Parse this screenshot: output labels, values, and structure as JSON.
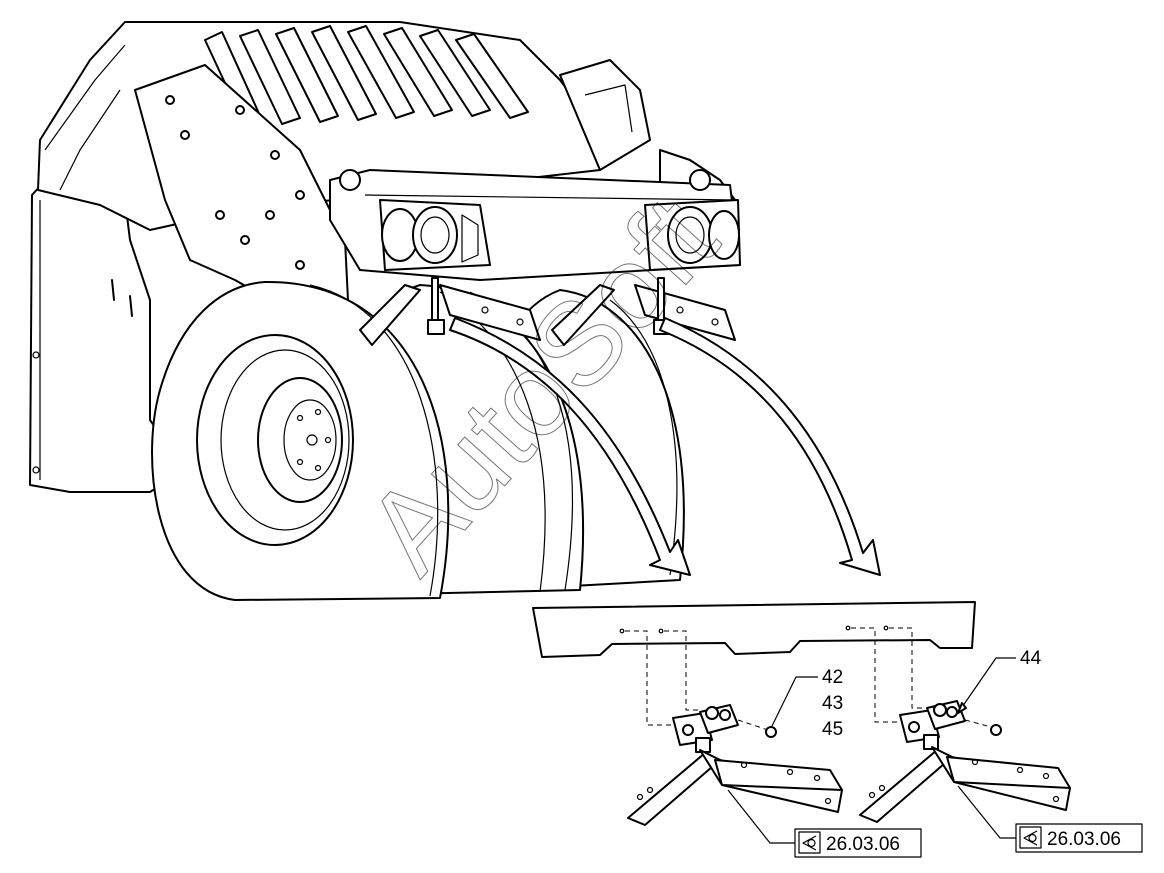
{
  "watermark": {
    "text": "AutoSoft"
  },
  "callouts": {
    "upper_stack": [
      "42",
      "43",
      "45"
    ],
    "right": "44"
  },
  "reference_boxes": [
    {
      "label": "26.03.06",
      "icon": "view-eye-icon"
    },
    {
      "label": "26.03.06",
      "icon": "view-eye-icon"
    }
  ]
}
